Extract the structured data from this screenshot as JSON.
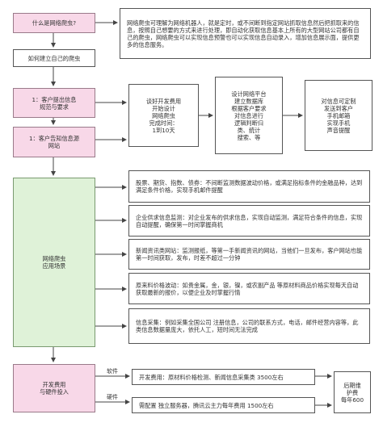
{
  "left": {
    "what": "什么是网络爬虫?",
    "how": "如何建立自己的爬虫",
    "step1": "1：客户提出信息\n规范与要求",
    "step2": "1：客户告知信息源\n网站",
    "scenes": "网络爬虫\n应用场景",
    "cost": "开发费用\n与硬件投入"
  },
  "definition": "网络爬虫可理解为网络机器人，就是定时，或不间断到指定网站抓取信息然后把抓取来的信息，按照自己想要的方式来进行处理，即自动化获取信息基本上所有的大型网站公司都有自己的爬虫，网络爬虫可以实现信息预警也可以实现信息自动录入，增加信息展示面，提供更多的信息服务。",
  "process": {
    "p1": "谈好开发费用\n开始设计\n网络爬虫\n完成时间：\n1到10天",
    "p2": "设计网络平台\n建立数据库\n根据客户要求\n对信息进行\n逻辑判断归\n类、统计\n搜索、等",
    "p3": "对信息可定制\n发送到客户\n手机邮箱\n实现手机\n声音提醒"
  },
  "scenarios": [
    "股票、期货、指数、债券：不间断监测数据波动价格，或满足指标条件的金融品种，达到满足条件价格，实现手机邮件提醒",
    "企业供求信息监测：对企业发布的供求信息，实现自动监测，满足符合条件的信息，实现自动提醒，确保第一时间掌握商机",
    "新闻资讯类网站：监测报纸，等第一手新闻资讯的网站，当他们一旦发布，客户网站也能第一时间获取，发布，时差不超过一分钟",
    "原来料价格波动：如贵金属，金，银，镍，或农副产品 等原材料商品价格实现每天自动获取最新的报价，以便企业及时掌握行情",
    "信息采集：例如采集全国公司 注册信息，公司的联系方式，电话，邮件经营内容等，此类信息数据量庞大，依托人工，短时间无法完成"
  ],
  "costs": {
    "software_tag": "软件",
    "hardware_tag": "硬件",
    "software": "开发费用：原材料价格检测、新闻信息采集类 3500左右",
    "hardware": "需配置 独立服务器，腾讯云主力每年费用 1500左右",
    "maintenance": "后期维\n护费\n每年600"
  }
}
